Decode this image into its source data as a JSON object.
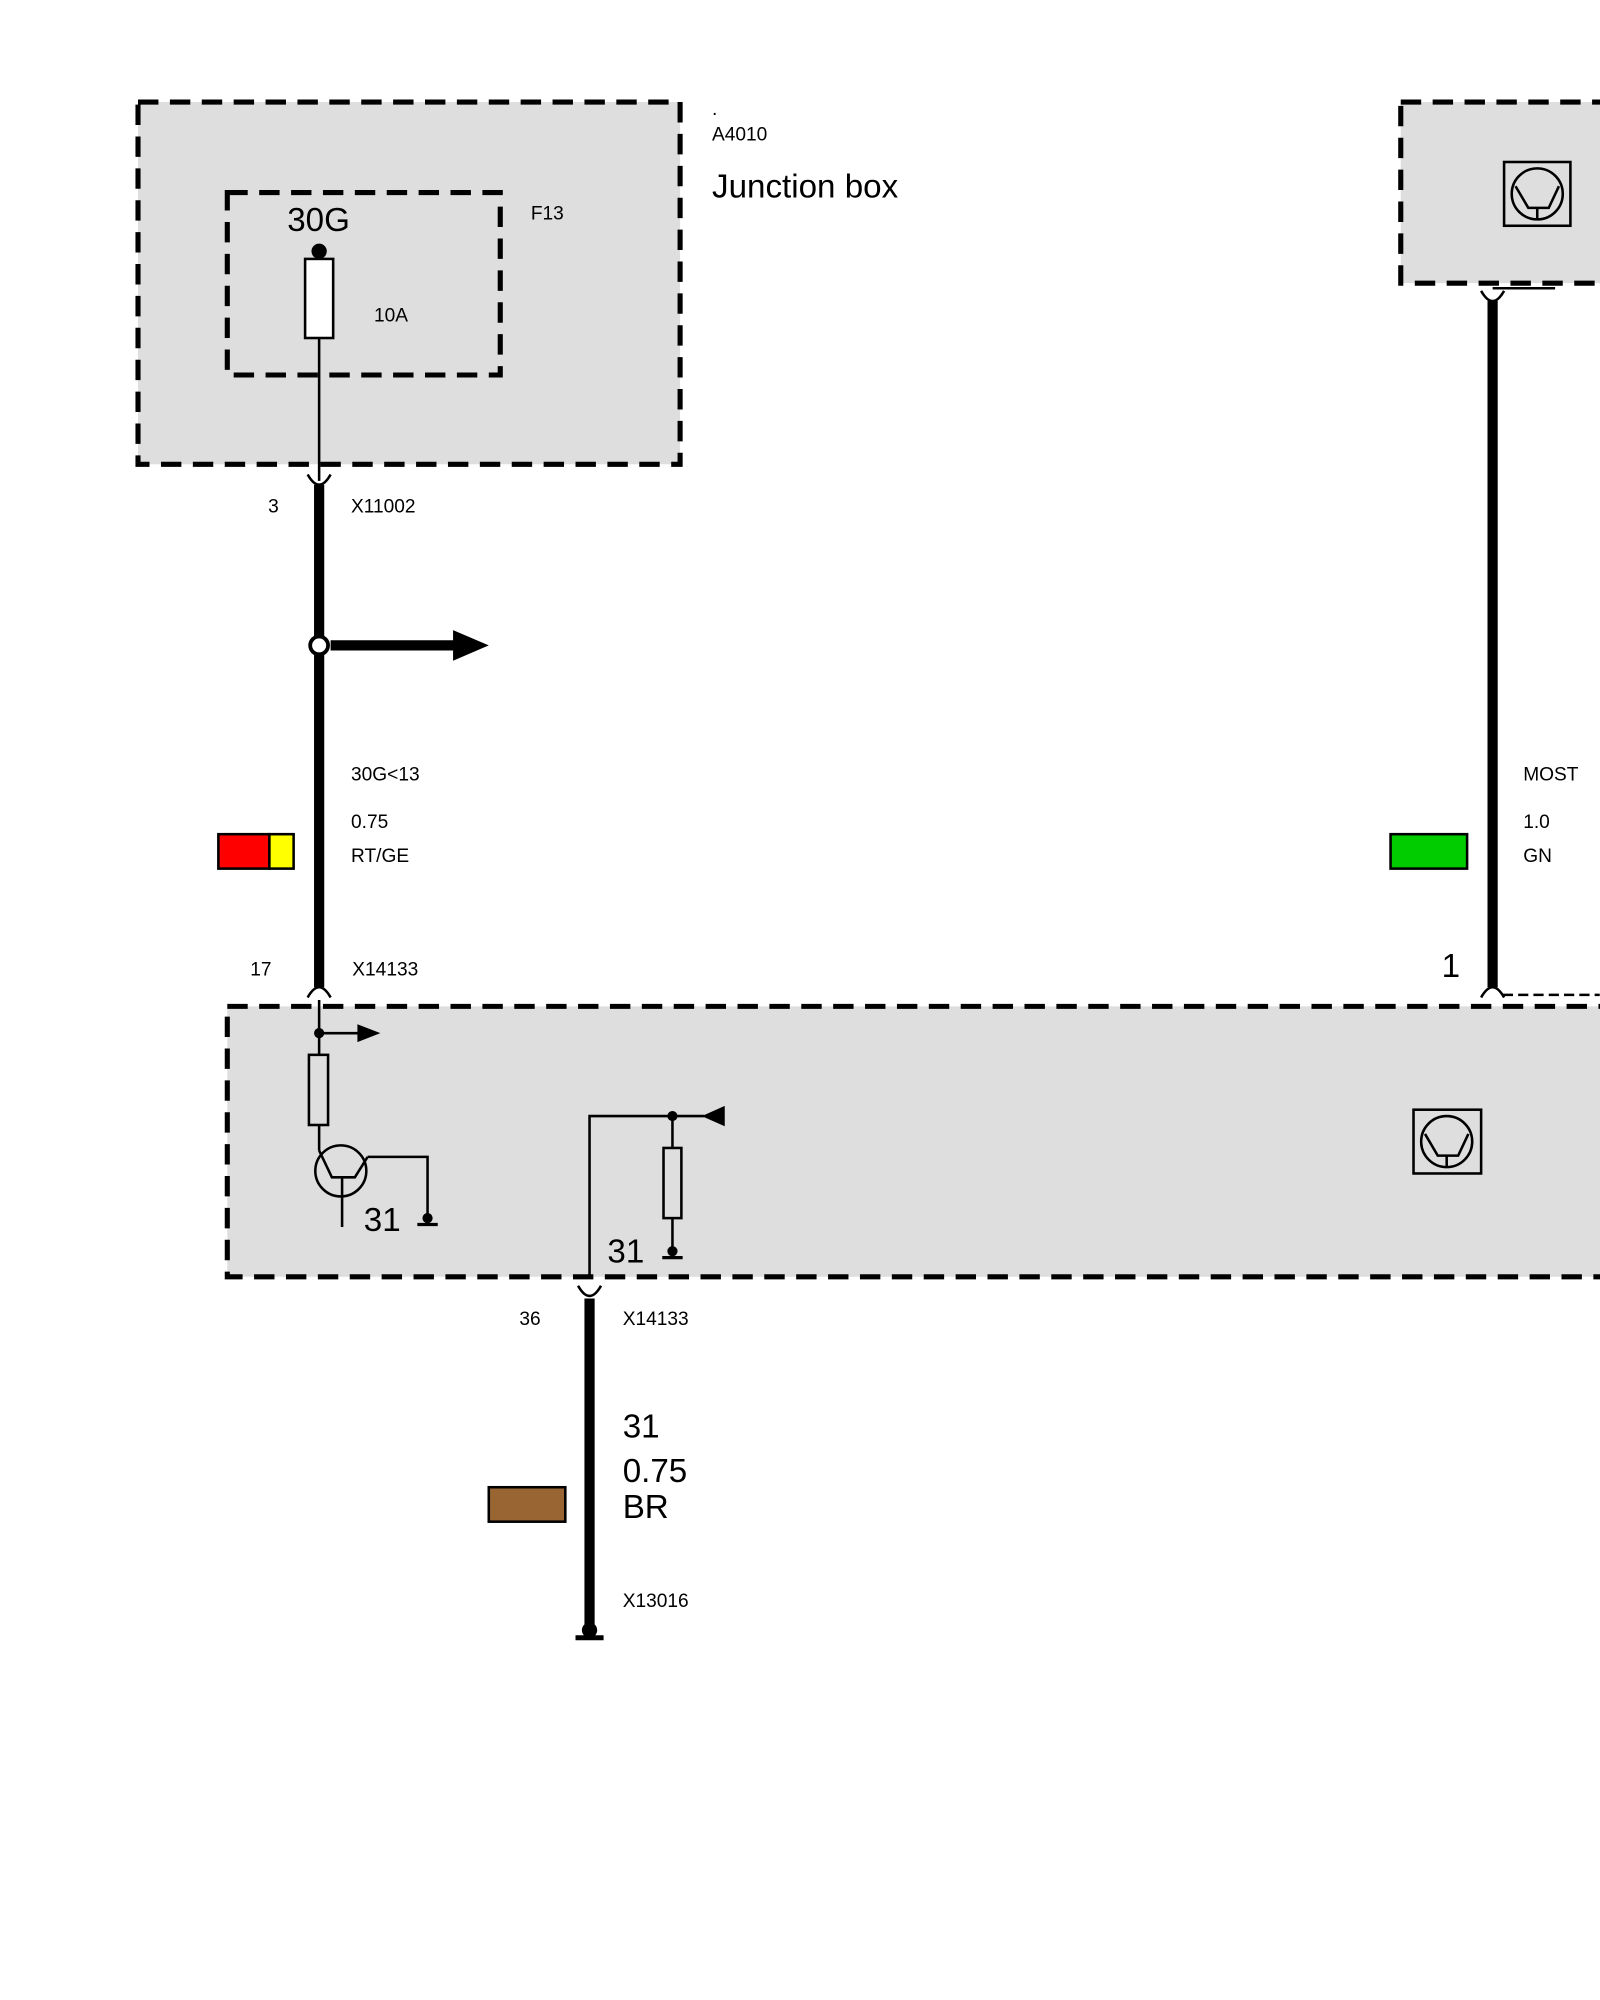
{
  "junction_box": {
    "dot": ".",
    "id": "A4010",
    "title": "Junction box",
    "fuse_id": "F13",
    "fuse_terminal": "30G",
    "fuse_rating": "10A",
    "connector_pin": "3",
    "connector_id": "X11002"
  },
  "wire_left": {
    "signal": "30G<13",
    "gauge": "0.75",
    "color_code": "RT/GE",
    "colors": [
      "#ff0000",
      "#ffff00"
    ],
    "end_pin": "17",
    "end_connector": "X14133"
  },
  "wire_right": {
    "signal": "MOST",
    "gauge": "1.0",
    "color_code": "GN",
    "colors": [
      "#00cc00"
    ],
    "end_pin": "1"
  },
  "module": {
    "ground_label_1": "31",
    "ground_label_2": "31"
  },
  "wire_ground": {
    "pin": "36",
    "connector": "X14133",
    "signal": "31",
    "gauge": "0.75",
    "color_code": "BR",
    "colors": [
      "#996633"
    ],
    "ground_connector": "X13016"
  }
}
